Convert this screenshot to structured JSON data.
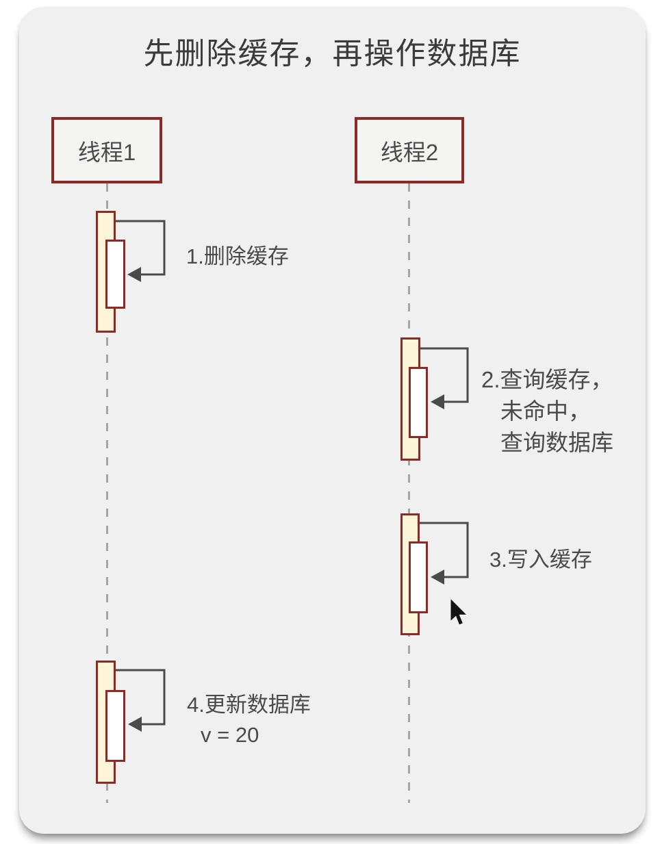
{
  "title": "先删除缓存，再操作数据库",
  "actors": [
    {
      "label": "线程1"
    },
    {
      "label": "线程2"
    }
  ],
  "messages": [
    {
      "label": "1.删除缓存"
    },
    {
      "lines": [
        "2.查询缓存，",
        "未命中，",
        "查询数据库"
      ]
    },
    {
      "label": "3.写入缓存"
    },
    {
      "lines": [
        "4.更新数据库",
        "v = 20"
      ]
    }
  ],
  "colors": {
    "page-bg": "#ffffff",
    "panel-bg": "#f0f0f0",
    "actor-fill": "#f4f4f3",
    "bar-border": "#8e2a25",
    "bar-fill": "#fdf5da",
    "inner-fill": "#ffffff",
    "arrow-color": "#4a4a4a",
    "lifeline-color": "#a6a6a6",
    "text-color": "#4a4a4a",
    "title-color": "#3b3b3b",
    "cursor-color": "#141414"
  }
}
